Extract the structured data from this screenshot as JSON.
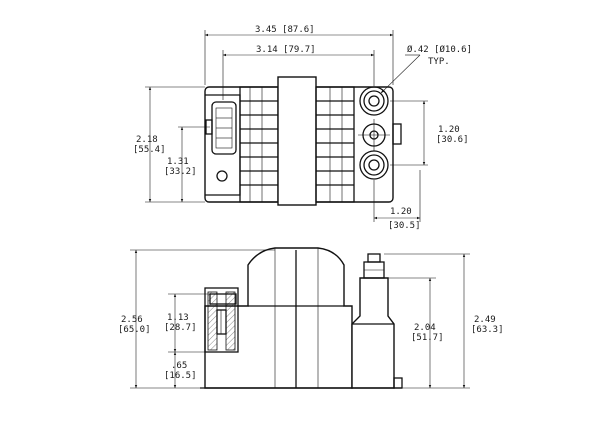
{
  "drawing": {
    "top_view": {
      "dim_overall_width": "3.45 [87.6]",
      "dim_inner_width": "3.14 [79.7]",
      "dim_hole": "Ø.42 [Ø10.6]",
      "dim_hole_note": "TYP.",
      "dim_height_a": "2.18",
      "dim_height_a_mm": "[55.4]",
      "dim_height_b": "1.31",
      "dim_height_b_mm": "[33.2]",
      "dim_pitch": "1.20",
      "dim_pitch_mm": "[30.6]",
      "dim_offset": "1.20",
      "dim_offset_mm": "[30.5]"
    },
    "side_view": {
      "dim_total_height": "2.56",
      "dim_total_height_mm": "[65.0]",
      "dim_connector_height": "1.13",
      "dim_connector_height_mm": "[28.7]",
      "dim_base": ".65",
      "dim_base_mm": "[16.5]",
      "dim_tower_height": "2.04",
      "dim_tower_height_mm": "[51.7]",
      "dim_terminal_height": "2.49",
      "dim_terminal_height_mm": "[63.3]"
    }
  }
}
